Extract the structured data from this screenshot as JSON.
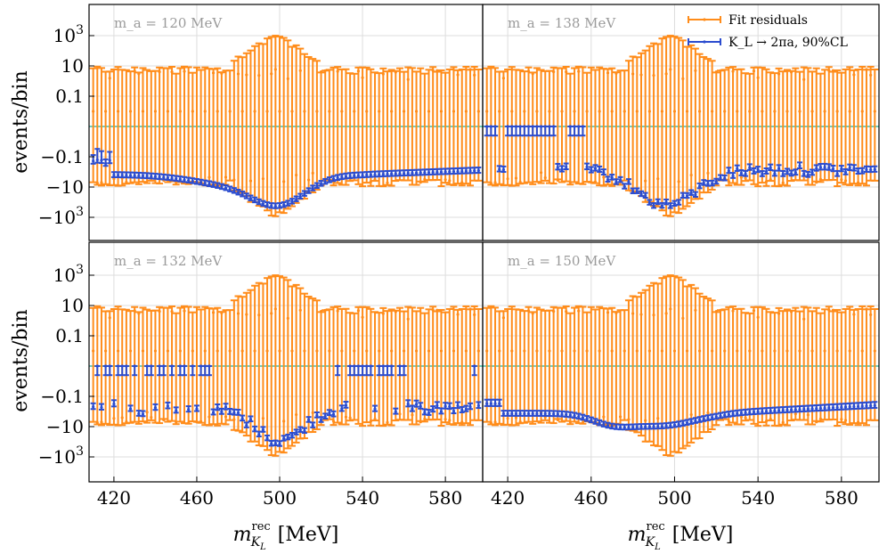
{
  "figure": {
    "ylabel": "events/bin",
    "xlabel_main": "m",
    "xlabel_sup": "rec",
    "xlabel_sub": "K",
    "xlabel_subsub": "L",
    "xlabel_unit": "[MeV]"
  },
  "legend": [
    {
      "label": "Fit residuals",
      "color": "#ff8c1a"
    },
    {
      "label": "K_L → 2πa, 90%CL",
      "color": "#2b4ccf"
    }
  ],
  "colors": {
    "fit": "#ff8c1a",
    "limit": "#2b4ccf",
    "zero_line": "#3bbfad",
    "grid": "#dddddd"
  },
  "chart_data": {
    "type": "scatter",
    "panel_labels": [
      "m_a = 120 MeV",
      "m_a = 138 MeV",
      "m_a = 132 MeV",
      "m_a = 150 MeV"
    ],
    "x_range": [
      408,
      598
    ],
    "x_ticks": [
      "420",
      "460",
      "500",
      "540",
      "580"
    ],
    "x_tick_values": [
      420,
      460,
      500,
      540,
      580
    ],
    "y_scale": "symlog",
    "y_range": [
      -30000,
      30000
    ],
    "y_ticks": [
      "10^3",
      "10",
      "0.1",
      "−0.1",
      "−10",
      "−10^3"
    ],
    "y_tick_values": [
      1000,
      10,
      0.1,
      -0.1,
      -10,
      -1000
    ],
    "series": [
      {
        "name": "Fit residuals",
        "description": "per-bin residual error bars, identical in all panels"
      },
      {
        "name": "K_L → 2πa, 90%CL",
        "description": "per-bin 90% CL upper limit, depends on m_a"
      }
    ]
  }
}
